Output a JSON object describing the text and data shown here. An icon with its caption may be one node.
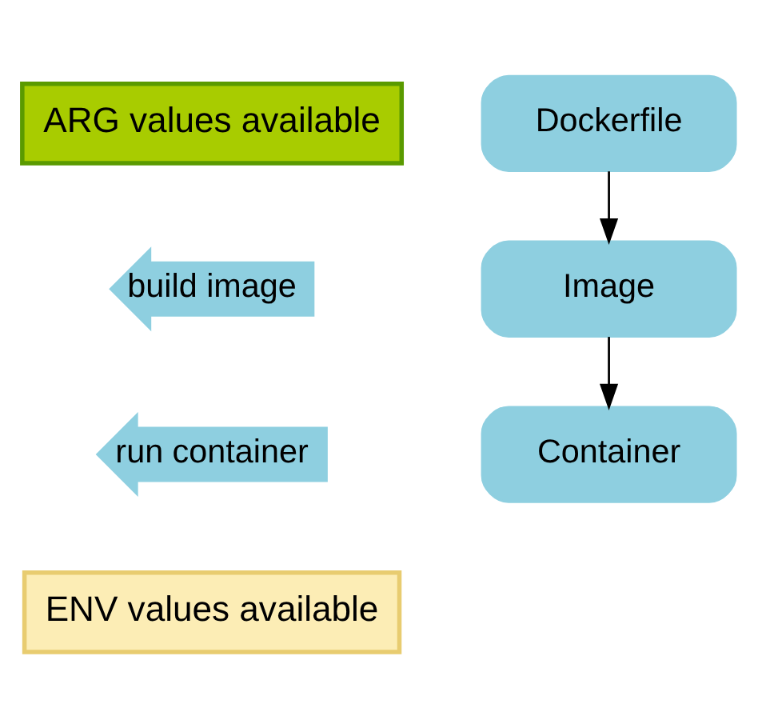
{
  "diagram": {
    "nodes": [
      {
        "text": [
          "ARG values available"
        ]
      },
      {
        "text": [
          "Dockerfile"
        ]
      },
      {
        "text": [
          "ENV values available"
        ]
      },
      {
        "text": [
          "build image"
        ]
      },
      {
        "text": [
          "Image"
        ]
      },
      {
        "text": [
          "run container"
        ]
      },
      {
        "text": [
          "Container"
        ]
      }
    ],
    "edges": [
      {
        "from": 1,
        "to": 4,
        "arrow": "to"
      },
      {
        "from": 4,
        "to": 6,
        "arrow": "to"
      }
    ]
  }
}
